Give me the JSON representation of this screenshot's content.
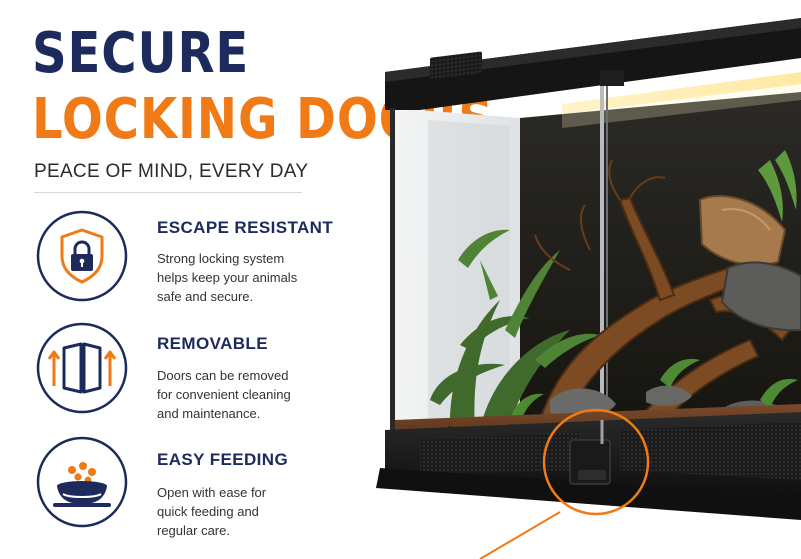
{
  "headline": {
    "line1": "SECURE",
    "line2": "LOCKING DOORS"
  },
  "subheadline": "PEACE OF MIND, EVERY DAY",
  "features": [
    {
      "icon": "padlock-shield-icon",
      "title": "ESCAPE RESISTANT",
      "body": [
        "Strong locking system",
        "helps keep your animals",
        "safe and secure."
      ]
    },
    {
      "icon": "removable-doors-icon",
      "title": "REMOVABLE",
      "body": [
        "Doors can be removed",
        "for convenient cleaning",
        "and maintenance."
      ]
    },
    {
      "icon": "food-bowl-icon",
      "title": "EASY FEEDING",
      "body": [
        "Open with ease for",
        "quick feeding and",
        "regular care."
      ]
    }
  ],
  "colors": {
    "navy": "#1d2b5c",
    "orange": "#f07a16",
    "text": "#333333"
  }
}
